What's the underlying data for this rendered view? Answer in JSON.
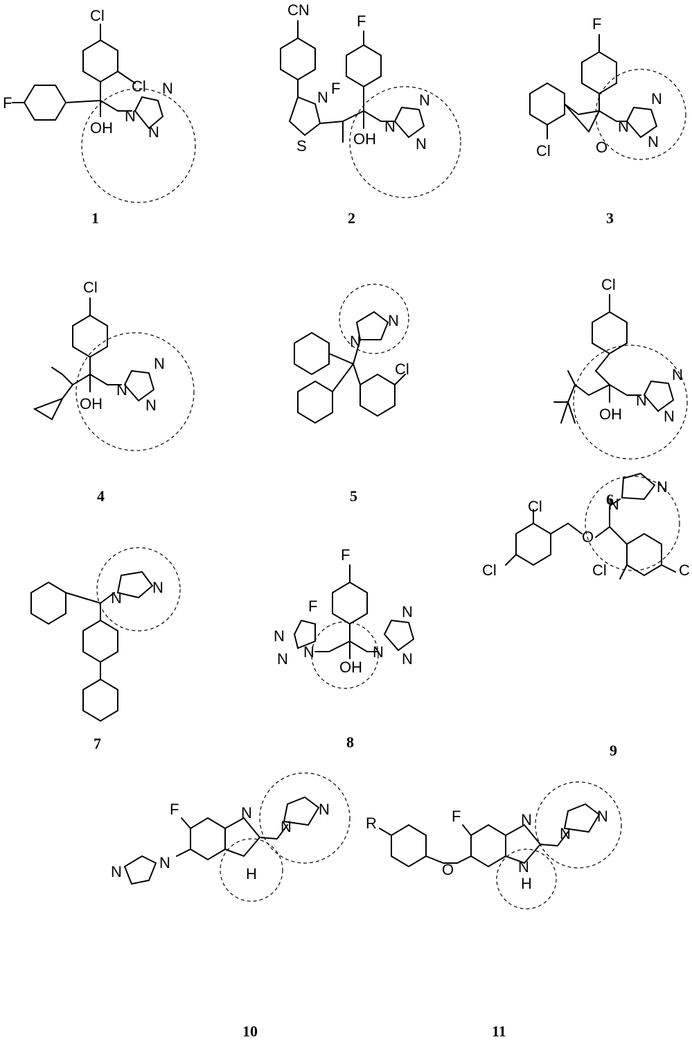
{
  "compounds": [
    {
      "number": "1",
      "atoms": [
        "Cl",
        "Cl",
        "F",
        "OH",
        "N",
        "N",
        "N"
      ]
    },
    {
      "number": "2",
      "atoms": [
        "CN",
        "F",
        "F",
        "N",
        "S",
        "OH",
        "N",
        "N",
        "N"
      ]
    },
    {
      "number": "3",
      "atoms": [
        "F",
        "Cl",
        "O",
        "N",
        "N",
        "N"
      ]
    },
    {
      "number": "4",
      "atoms": [
        "Cl",
        "OH",
        "N",
        "N",
        "N"
      ]
    },
    {
      "number": "5",
      "atoms": [
        "N",
        "N",
        "Cl"
      ]
    },
    {
      "number": "6",
      "atoms": [
        "Cl",
        "OH",
        "N",
        "N",
        "N"
      ]
    },
    {
      "number": "7",
      "atoms": [
        "N",
        "N"
      ]
    },
    {
      "number": "8",
      "atoms": [
        "F",
        "F",
        "N",
        "N",
        "N",
        "OH",
        "N",
        "N",
        "N"
      ]
    },
    {
      "number": "9",
      "atoms": [
        "Cl",
        "O",
        "N",
        "N",
        "Cl",
        "Cl",
        "C"
      ]
    },
    {
      "number": "10",
      "atoms": [
        "F",
        "N",
        "N",
        "N",
        "N",
        "N",
        "H"
      ]
    },
    {
      "number": "11",
      "atoms": [
        "R",
        "F",
        "O",
        "N",
        "N",
        "N",
        "N",
        "H"
      ]
    }
  ]
}
